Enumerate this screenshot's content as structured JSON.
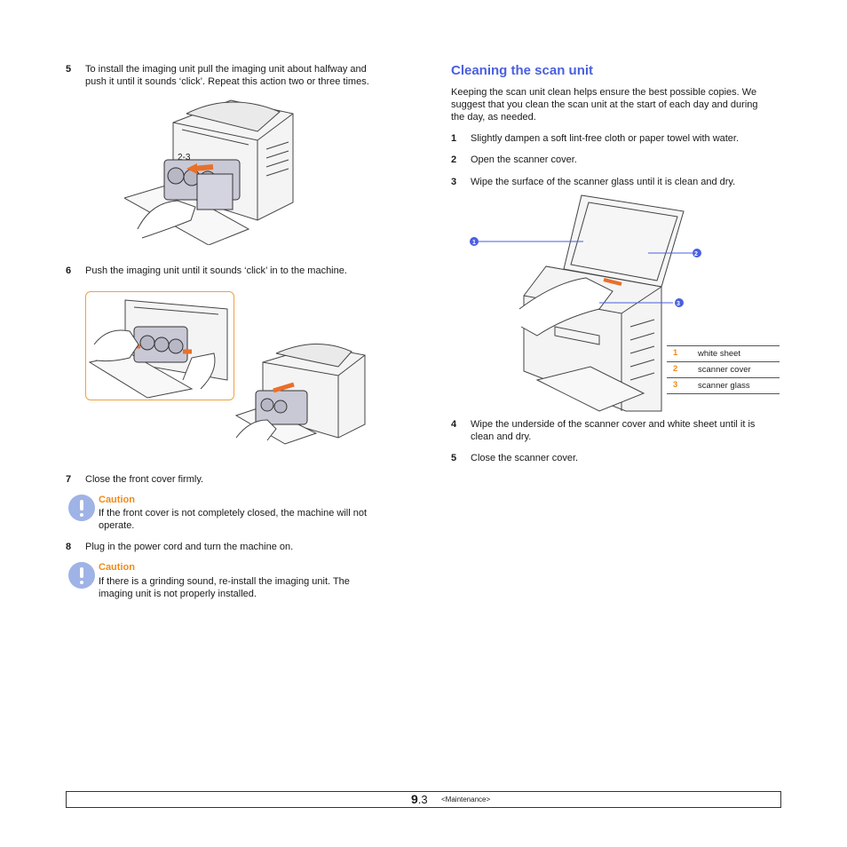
{
  "left_column": {
    "step5": {
      "num": "5",
      "text_line1": "To install the imaging unit pull the imaging unit about halfway and",
      "text_line2": "push it until it sounds ‘click’. Repeat this action two or three times."
    },
    "fig1_label": "2-3",
    "step6": {
      "num": "6",
      "text": "Push the imaging unit until it sounds ‘click’ in to the machine."
    },
    "step7": {
      "num": "7",
      "text": "Close the front cover firmly."
    },
    "caution1": {
      "title": "Caution",
      "line1": "If the front cover is not completely closed, the machine will not",
      "line2": "operate."
    },
    "step8": {
      "num": "8",
      "text": "Plug in the power cord and turn the machine on."
    },
    "caution2": {
      "title": "Caution",
      "line1": "If there is a grinding sound, re-install the imaging unit. The",
      "line2": "imaging unit is not properly installed."
    }
  },
  "right_column": {
    "heading": "Cleaning the scan unit",
    "intro_line1": "Keeping the scan unit clean helps ensure the best possible copies. We",
    "intro_line2": "suggest that you clean the scan unit at the start of each day and during",
    "intro_line3": "the day, as needed.",
    "step1": {
      "num": "1",
      "text": "Slightly dampen a soft lint-free cloth or paper towel with water."
    },
    "step2": {
      "num": "2",
      "text": "Open the scanner cover."
    },
    "step3": {
      "num": "3",
      "text": "Wipe the surface of the scanner glass until it is clean and dry."
    },
    "callouts": [
      "1",
      "2",
      "3"
    ],
    "legend": [
      {
        "num": "1",
        "label": "white sheet"
      },
      {
        "num": "2",
        "label": "scanner cover"
      },
      {
        "num": "3",
        "label": "scanner glass"
      }
    ],
    "step4": {
      "num": "4",
      "text_line1": "Wipe the underside of the scanner cover and white sheet until it is",
      "text_line2": "clean and dry."
    },
    "step5": {
      "num": "5",
      "text": "Close the scanner cover."
    }
  },
  "footer": {
    "page_major": "9",
    "page_minor": ".3",
    "section": "<Maintenance>"
  },
  "colors": {
    "heading": "#4a5fe0",
    "caution": "#f08a1c",
    "callout": "#4a5fe0",
    "highlight_box": "#f0a040"
  }
}
